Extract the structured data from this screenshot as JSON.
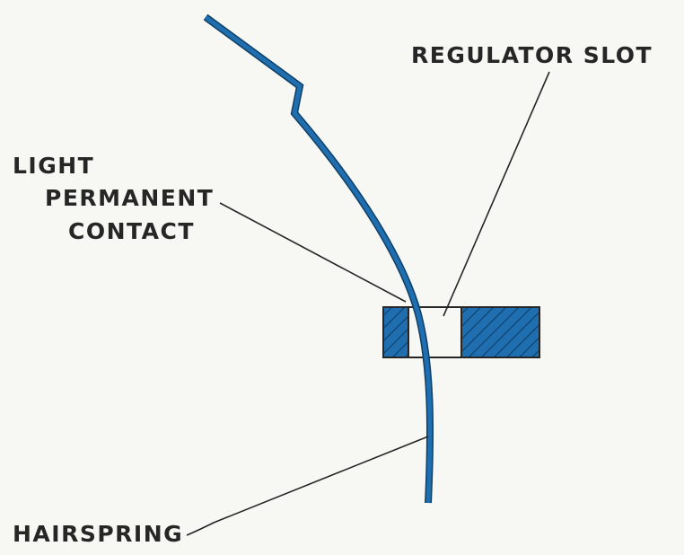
{
  "labels": {
    "regulator_slot": "REGULATOR SLOT",
    "light": "LIGHT",
    "permanent": "PERMANENT",
    "contact": "CONTACT",
    "hairspring": "HAIRSPRING"
  },
  "colors": {
    "spring_blue": "#1e6eb0",
    "spring_outline": "#0f3f66",
    "ink": "#262626",
    "paper": "#f7f7f4"
  }
}
